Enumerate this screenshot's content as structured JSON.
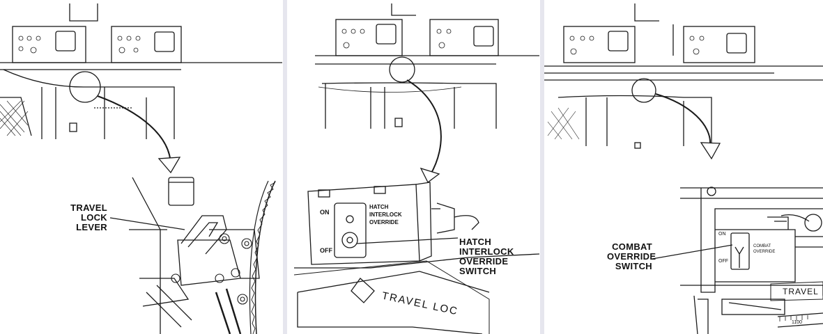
{
  "panels": [
    {
      "callout": [
        "TRAVEL",
        "LOCK",
        "LEVER"
      ]
    },
    {
      "callout": [
        "HATCH INTERLOCK",
        "OVERRIDE SWITCH"
      ],
      "box_labels": {
        "on": "ON",
        "off": "OFF",
        "plate": [
          "HATCH",
          "INTERLOCK",
          "OVERRIDE"
        ]
      },
      "base_text": "TRAVEL LOC"
    },
    {
      "callout": [
        "COMBAT",
        "OVERRIDE",
        "SWITCH"
      ],
      "box_labels": {
        "on": "ON",
        "off": "OFF",
        "plate": [
          "COMBAT",
          "OVERRIDE"
        ]
      },
      "base_text": "TRAVEL",
      "scale_text": "1100"
    }
  ],
  "colors": {
    "line": "#1a1a1a",
    "divider": "#e6e6ee"
  }
}
